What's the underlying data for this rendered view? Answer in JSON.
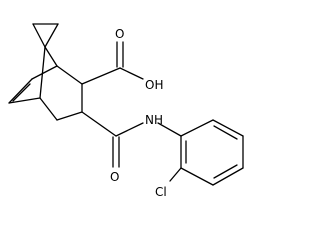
{
  "molecule": {
    "labels": {
      "hydroxyl": "OH",
      "carboxyl_oxygen": "O",
      "amide_oxygen": "O",
      "amide_nitrogen": "NH",
      "chlorine": "Cl"
    },
    "colors": {
      "bond": "#000000",
      "label": "#000000",
      "background": "#ffffff"
    }
  }
}
